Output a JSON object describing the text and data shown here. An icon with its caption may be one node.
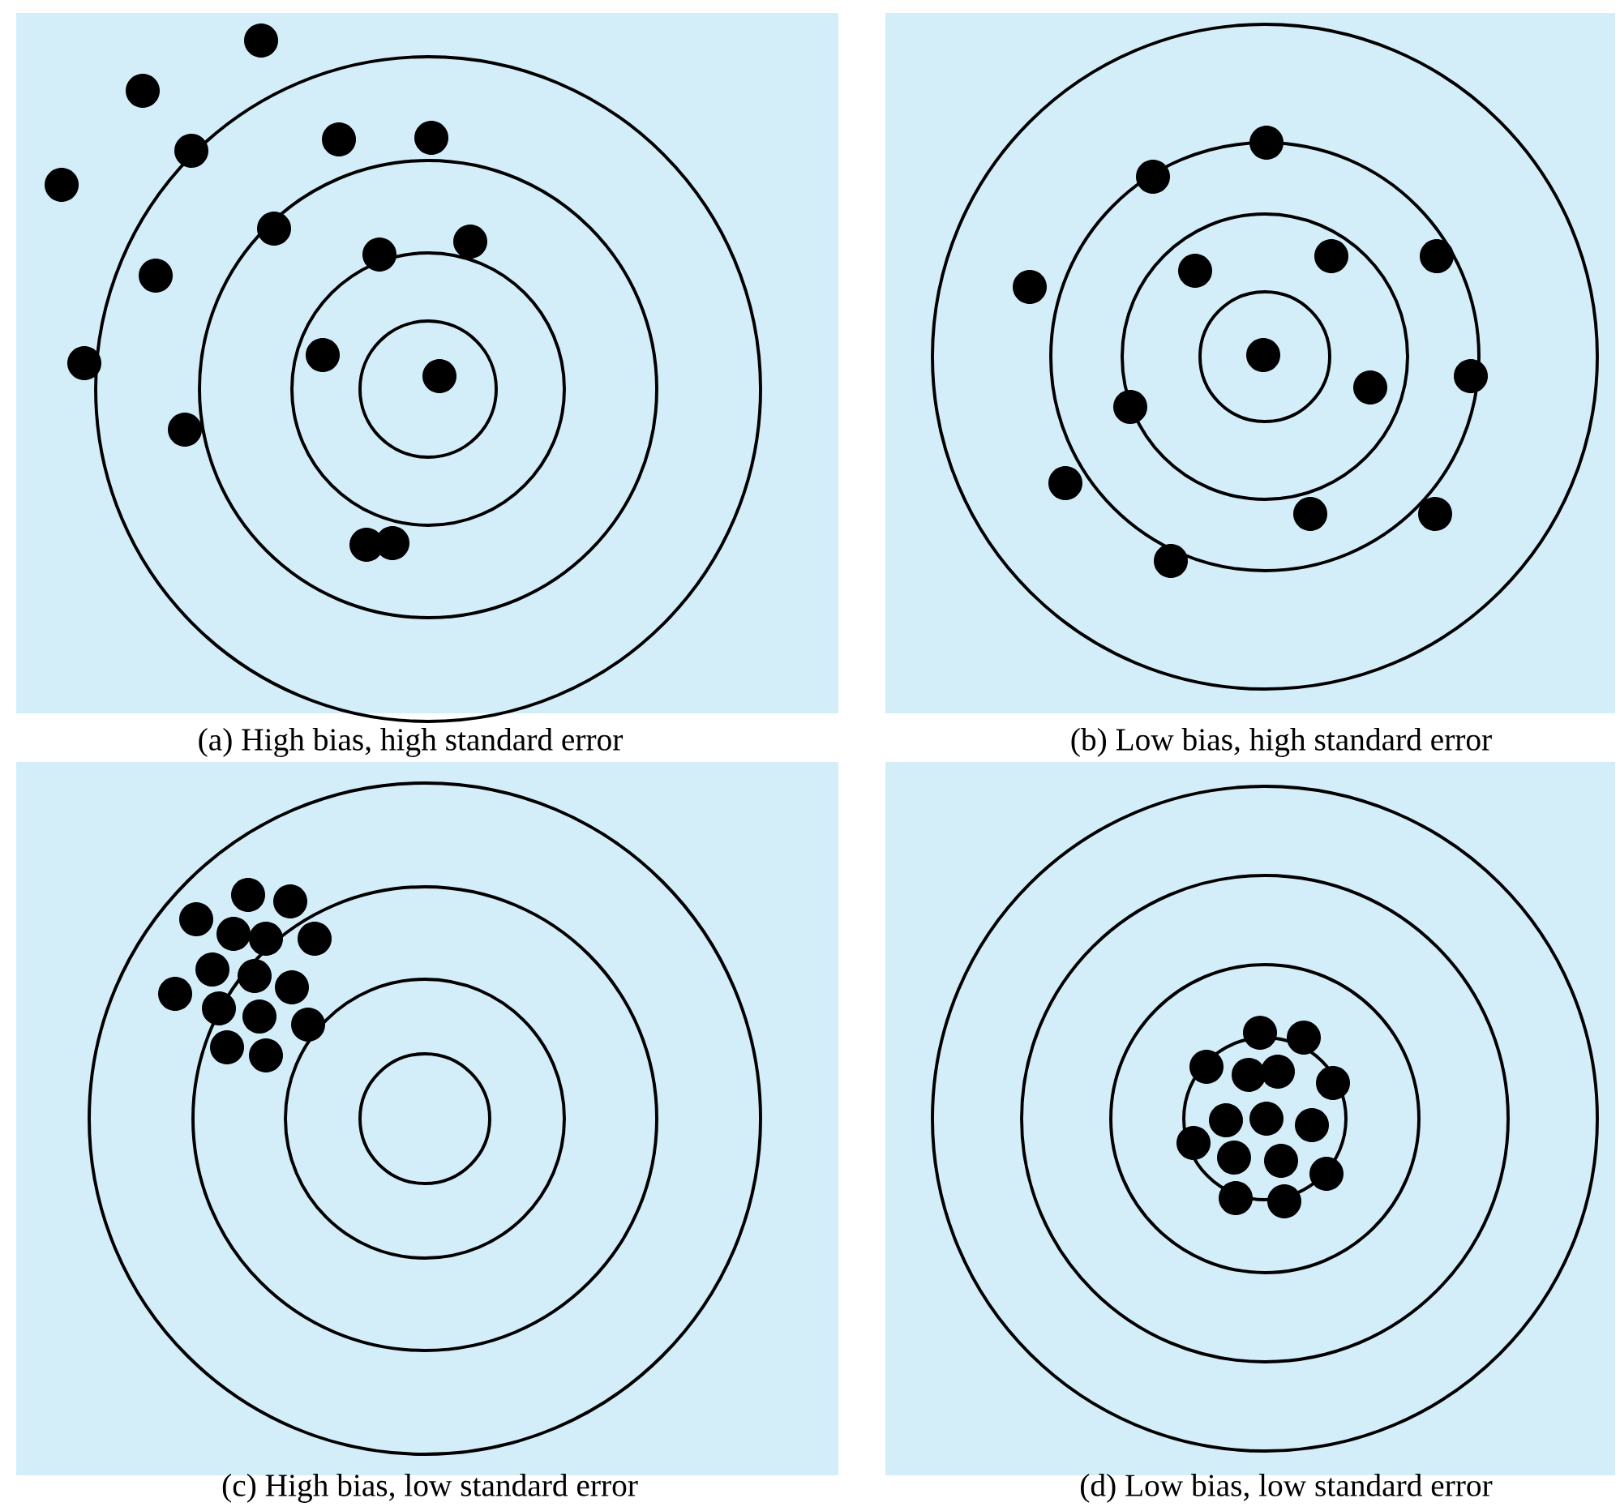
{
  "diagram": {
    "labels": [
      "(a)  High bias, high standard error",
      "(b)  Low bias, high standard error",
      "(c)  High bias, low standard error",
      "(d)  Low bias, low standard error"
    ]
  }
}
